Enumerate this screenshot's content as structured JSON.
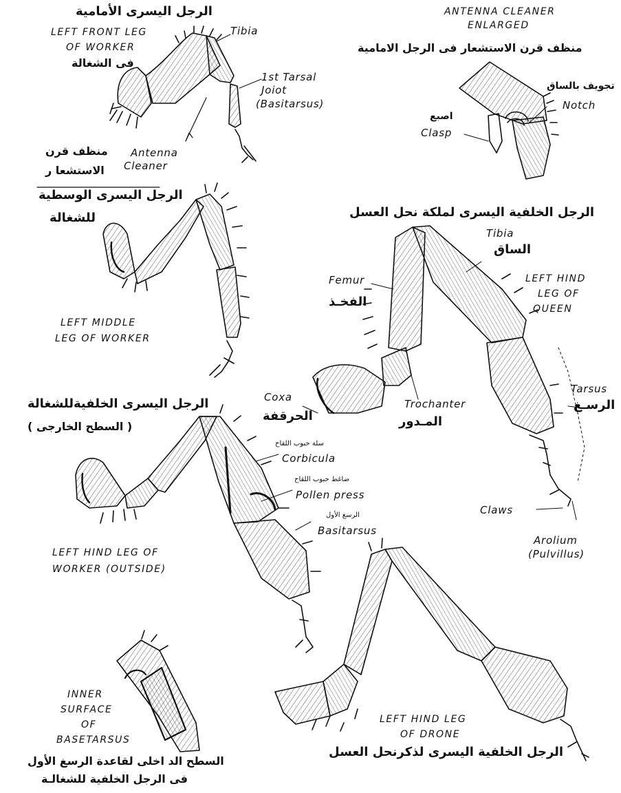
{
  "labels": {
    "front_leg_ar": "الرجل اليسرى الأمامية",
    "front_leg_en_1": "LEFT FRONT LEG",
    "front_leg_en_2": "OF WORKER",
    "front_leg_ar2": "فى الشغالة",
    "tibia_front": "Tibia",
    "tarsal_1": "1st Tarsal",
    "tarsal_2": "Joiot",
    "tarsal_3": "(Basitarsus)",
    "antenna_cleaner_1": "Antenna",
    "antenna_cleaner_2": "Cleaner",
    "antenna_cleaner_ar1": "منظف قرن",
    "antenna_cleaner_ar2": "الاستشعا ر",
    "enlarged_1": "ANTENNA CLEANER",
    "enlarged_2": "ENLARGED",
    "enlarged_ar": "منظف قرن الاستشعار فى الرجل الامامية",
    "notch_ar": "تجويف بالساق",
    "notch": "Notch",
    "clasp_ar": "اصبع",
    "clasp": "Clasp",
    "middle_ar1": "الرجل اليسرى الوسطية",
    "middle_ar2": "للشغالة",
    "middle_en_1": "LEFT MIDDLE",
    "middle_en_2": "LEG OF WORKER",
    "queen_ar": "الرجل الخلفية اليسرى لملكة نحل العسل",
    "tibia_queen": "Tibia",
    "tibia_ar": "الساق",
    "femur": "Femur",
    "femur_ar": "الفخـذ",
    "queen_en_1": "LEFT HIND",
    "queen_en_2": "LEG OF",
    "queen_en_3": "QUEEN",
    "coxa": "Coxa",
    "coxa_ar": "الحرقفة",
    "trochanter": "Trochanter",
    "trochanter_ar": "المـدور",
    "tarsus": "Tarsus",
    "tarsus_ar": "الرسـغ",
    "claws": "Claws",
    "arolium_1": "Arolium",
    "arolium_2": "(Pulvillus)",
    "worker_hind_ar1": "الرجل اليسرى الخلفيةللشغالة",
    "worker_hind_ar2": "( السطح الخارجى )",
    "corbicula_ar": "سلة حبوب اللقاح",
    "corbicula": "Corbicula",
    "pollen_press_ar": "ضاغط حبوب اللقاح",
    "pollen_press": "Pollen press",
    "basitarsus_ar": "الرسغ الأول",
    "basitarsus": "Basitarsus",
    "worker_hind_en_1": "LEFT HIND LEG OF",
    "worker_hind_en_2": "WORKER (OUTSIDE)",
    "inner_1": "INNER",
    "inner_2": "SURFACE",
    "inner_3": "OF",
    "inner_4": "BASETARSUS",
    "inner_ar1": "السطح الد اخلى لقاعدة الرسغ الأول",
    "inner_ar2": "فى الرجل الخلفية للشغالـة",
    "drone_en_1": "LEFT HIND LEG",
    "drone_en_2": "OF DRONE",
    "drone_ar": "الرجل الخلفية اليسرى لذكرنحل العسل"
  }
}
